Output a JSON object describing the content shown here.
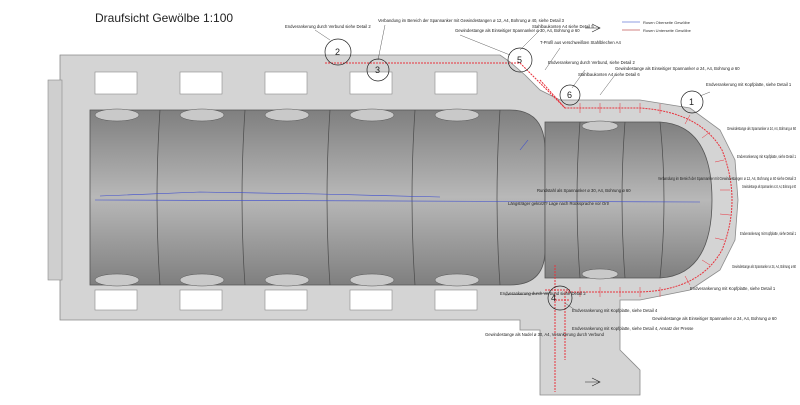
{
  "title": "Draufsicht Gewölbe 1:100",
  "legend": [
    {
      "label": "Rosen Oberseite Gewölbe",
      "color": "#6a7bd8"
    },
    {
      "label": "Rosen Unterseite Gewölbe",
      "color": "#c05a5a"
    }
  ],
  "colors": {
    "reinforcement": "#e8323c",
    "wall": "#d2d2d2",
    "vault": "#8a8a8a",
    "blue_line": "#3b4bd0"
  },
  "details": [
    {
      "id": "2",
      "text": "Endverankerung durch Verbund siehe Detail 2"
    },
    {
      "id": "3",
      "text": "Verbandung im Bereich der Spannanker mit Gewindestangen ø 12, A4, Bohrung ø 40, siehe Detail 3"
    },
    {
      "id": "5",
      "text": "Gewindestange als Einseitiger Spannanker ø 30, A4, Bohrung ø 60"
    },
    {
      "id": "6",
      "text": "Stahlbaukonten A4 siehe Detail 5"
    },
    {
      "id": "1",
      "text": "Endverankerung mit Kopfplatte, siehe Detail 1"
    },
    {
      "id": "4",
      "text": "Endverankerung mit Kopfplatte, siehe Detail 4, Ansatz der Presse"
    }
  ],
  "annotations": {
    "a_tprofil": "T-Profil aus verschweißten Stahlblechen A4",
    "a_endverb": "Endverankerung durch Verbund, siehe Detail 2",
    "a_stahl6": "Stahlbaukonten A4 siehe Detail 6",
    "a_gew24_1": "Gewindestange als Einseitiger Spannanker ø 24, A4, Bohrung ø 60",
    "a_gew24_2": "Gewindestange als Spannanker ø 24, A4, Bohrung ø 60",
    "a_kopf1": "Endverankerung mit Kopfplatte, siehe Detail 1",
    "a_gew24_3": "Gewindestange als Spannanker ø 24, A4, Bohrung ø 60",
    "a_kopf1b": "Endverankerung mit Kopfplatte, siehe Detail 1",
    "a_rund": "Rundstahl als Spannanker ø 30, A4, Bohrung ø 60",
    "a_verband": "Verbandung im Bereich der Spannanker mit Gewindestangen ø 12, A4, Bohrung ø 40 siehe Detail 3",
    "a_laengs": "Längsträger gekürzt? Lage nach Rücksprache vor Ort!",
    "a_endv2": "Endverankerung durch Verbund siehe Detail 2",
    "a_gewbot": "Gewindestange als Nadel ø 30, A4, Verankerung durch Verbund",
    "a_gewbot2": "Gewindestange als Einseitiger Spannanker ø 24, A4, Bohrung ø 60",
    "a_kopf4": "Endverankerung mit Kopfplatte, siehe Detail 4",
    "a_kopfb": "Endverankerung mit Kopfplatte, siehe Detail 1",
    "a_gewspann": "Gewindestange als Spannanker ø 24, A4, Bohrung ø 60"
  }
}
